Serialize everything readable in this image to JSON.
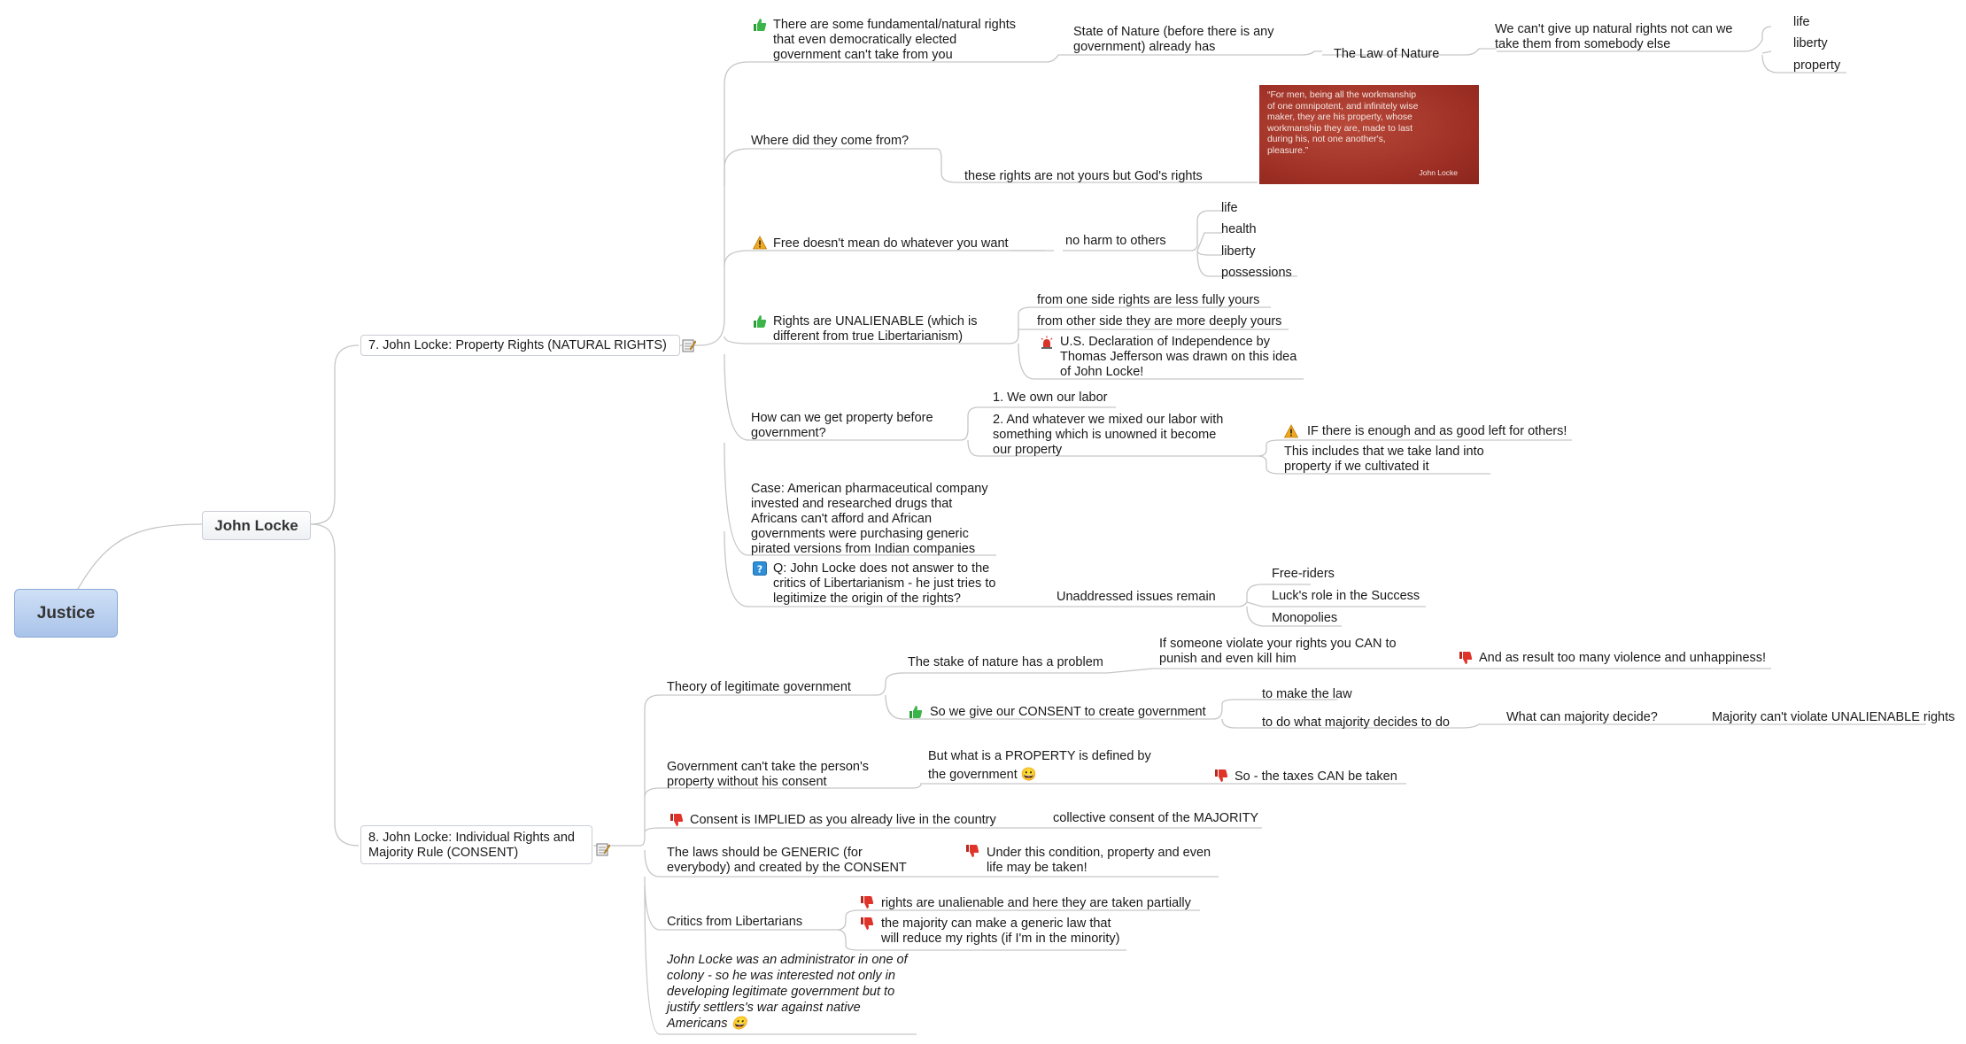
{
  "central": "Justice",
  "main": "John Locke",
  "b7": {
    "title": "7. John Locke: Property Rights (NATURAL RIGHTS)",
    "n1": {
      "text": "There are some fundamental/natural rights\nthat even democratically elected\ngovernment can't take from you",
      "state": "State of Nature (before there is any\ngovernment) already has",
      "law": "The Law of Nature",
      "cant": "We can't give up natural rights not can we\ntake them from somebody else",
      "items": [
        "life",
        "liberty",
        "property"
      ]
    },
    "n2": {
      "text": "Where did they come from?",
      "god": "these rights are not yours but God's rights",
      "quote": "“For men, being all the workmanship\nof one omnipotent, and infinitely wise\nmaker, they are his property, whose\nworkmanship they are, made to last\nduring his, not one another's,\npleasure.”",
      "quote_author": "John Locke"
    },
    "n3": {
      "text": "Free doesn't mean do whatever you want",
      "harm": "no harm to others",
      "items": [
        "life",
        "health",
        "liberty",
        "possessions"
      ]
    },
    "n4": {
      "text": "Rights are UNALIENABLE (which is\ndifferent from true Libertarianism)",
      "a": "from one side rights are less fully yours",
      "b": "from other side they are more deeply yours",
      "c": "U.S. Declaration of Independence by\nThomas Jefferson was drawn on this idea\nof John Locke!"
    },
    "n5": {
      "text": "How can we get property before\ngovernment?",
      "a": "1. We own our labor",
      "b": "2. And whatever we mixed our labor with\nsomething which is unowned it become\nour property",
      "if": "IF there is enough and as good left for others!",
      "land": "This includes that we take land into\nproperty if we cultivated it"
    },
    "n6": {
      "text": "Case: American pharmaceutical company\ninvested and researched drugs that\nAfricans can't afford and African\ngovernments were purchasing generic\npirated versions from Indian companies"
    },
    "n7": {
      "text": "Q: John Locke does not answer to the\ncritics of Libertarianism - he just tries to\nlegitimize the origin of the rights?",
      "issues": "Unaddressed issues remain",
      "items": [
        "Free-riders",
        "Luck's role in the Success",
        "Monopolies"
      ]
    }
  },
  "b8": {
    "title": "8. John Locke: Individual Rights and\nMajority Rule (CONSENT)",
    "m1": {
      "text": "Theory of legitimate government",
      "stake": "The stake of nature has a problem",
      "violate": "If someone violate your rights you CAN to\npunish and even kill him",
      "violence": "And as result too many violence and unhappiness!",
      "consent": "So we give our CONSENT to create government",
      "law": "to make the law",
      "majority": "to do what majority decides to do",
      "what": "What can majority decide?",
      "cant": "Majority can't violate UNALIENABLE rights"
    },
    "m2": {
      "text": "Government can't take the person's\nproperty without his consent",
      "defined": "But what is a PROPERTY is defined by\nthe government 😀",
      "taxes": "So - the taxes CAN be taken"
    },
    "m3": {
      "text": "Consent is IMPLIED as you already live in the country",
      "collective": "collective consent of the MAJORITY"
    },
    "m4": {
      "text": "The laws should be GENERIC (for\neverybody) and created by the CONSENT",
      "cond": "Under this condition, property and even\nlife may be taken!"
    },
    "m5": {
      "text": "Critics from Libertarians",
      "a": "rights are unalienable and here they are taken partially",
      "b": "the majority can make a generic law that\nwill reduce my rights (if I'm in the minority)"
    },
    "m6": {
      "text": "John Locke was an administrator in one of\ncolony - so he was interested not only in\ndeveloping legitimate government but to\njustify settlers's war against native\nAmericans 😀"
    }
  },
  "colors": {
    "connector": "#c6c6c6",
    "central_fill": "#b9cff0",
    "thumb_up": "#3bb54a",
    "thumb_down": "#e0342b",
    "warning": "#f0a81e",
    "question": "#2f8ed8"
  }
}
